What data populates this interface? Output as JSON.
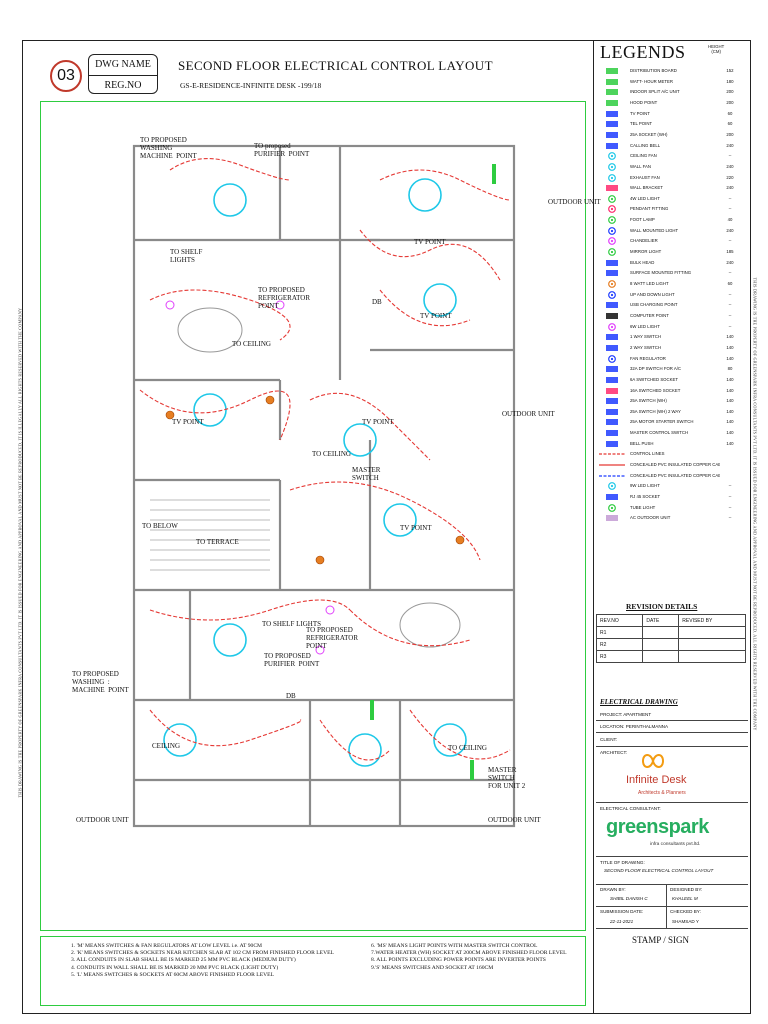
{
  "header": {
    "sheet_number": "03",
    "dwg_name_label": "DWG NAME",
    "reg_no_label": "REG.NO",
    "title": "SECOND FLOOR  ELECTRICAL CONTROL LAYOUT",
    "subtitle": "GS-E-RESIDENCE-INFINITE DESK -199/18"
  },
  "side_notes": {
    "left": "THIS DRAWING IS THE PROPERTY OF GREENSPARK INFRA CONSULTANTS PVT LTD. IT IS ISSUED FOR ENGINEERING AND APPROVAL AND MUST NOT BE REPRODUCED, IT IS ILLEGALLY ALL RIGHTS RESERVED WITH THE COMPANY",
    "right": "THIS DRAWING IS THE PROPERTY OF GREENSPARK INFRA CONSULTANTS PVT LTD. IT IS ISSUED FOR ENGINEERING AND APPROVAL AND MUST NOT BE REPRODUCED. ALL RIGHTS RESERVED WITH THE COMPANY"
  },
  "plan_labels": {
    "washing_top": "TO PROPOSED\nWASHING\nMACHINE  POINT",
    "purifier_top": "TO proposed\nPURIFIER  POINT",
    "outdoor_unit_1": "OUTDOOR UNIT",
    "shelf_lights_top": "TO SHELF\nLIGHTS",
    "tv_point_1": "TV POINT",
    "refrigerator_top": "TO PROPOSED\nREFRIGERATOR\nPOINT",
    "db_top": "DB",
    "to_ceiling_1": "TO CEILING",
    "tv_point_2": "TV POINT",
    "outdoor_unit_2": "OUTDOOR UNIT",
    "tv_point_3": "TV POINT",
    "tv_point_4": "TV POINT",
    "to_ceiling_2": "TO CEILING",
    "master_switch_1": "MASTER\nSWITCH",
    "tv_point_5": "TV POINT",
    "to_below": "TO BELOW",
    "to_terrace": "TO TERRACE",
    "shelf_lights_bottom": "TO SHELF LIGHTS",
    "refrigerator_bottom": "TO PROPOSED\nREFRIGERATOR\nPOINT",
    "purifier_bottom": "TO PROPOSED\nPURIFIER  POINT",
    "washing_bottom": "TO PROPOSED\nWASHING  :\nMACHINE  POINT",
    "db_bottom": "DB",
    "ceiling_bottom_left": "CEILING",
    "to_ceiling_bottom_right": "TO CEILING",
    "master_switch_2": "MASTER\nSWITCH\nFOR UNIT 2",
    "outdoor_unit_3": "OUTDOOR UNIT",
    "outdoor_unit_4": "OUTDOOR UNIT"
  },
  "notes": {
    "col1": [
      "1. 'M' MEANS SWITCHES & FAN REGULATORS AT LOW LEVEL i.e. AT 90CM",
      "2. 'K' MEANS SWITCHES & SOCKETS NEAR KITCHEN SLAB AT 102 CM FROM FINISHED FLOOR LEVEL",
      "3. ALL CONDUITS IN SLAB SHALL BE IS MARKED 25 MM PVC BLACK (MEDIUM DUTY)",
      "4. CONDUITS IN WALL SHALL BE IS MARKED 20 MM PVC BLACK (LIGHT DUTY)",
      "5. 'L' MEANS SWITCHES & SOCKETS AT 60CM ABOVE FINISHED FLOOR LEVEL"
    ],
    "col2": [
      "6. 'MS' MEANS LIGHT POINTS WITH MASTER SWITCH CONTROL",
      "7.WATER HEATER (WH) SOCKET AT 200CM ABOVE FINISHED FLOOR LEVEL",
      "8. ALL POINTS EXCLUDING  POWER POINTS ARE INVERTER POINTS",
      "9.'S' MEANS  SWITCHES AND SOCKET AT 160CM"
    ]
  },
  "legends": {
    "title": "LEGENDS",
    "height_header": "HEIGHT\n(CM)",
    "items": [
      {
        "label": "DISTRIBUTION BOARD",
        "height": "152",
        "icon": "db-icon",
        "color": "#2ecc40"
      },
      {
        "label": "WATT- HOUR METER",
        "height": "180",
        "icon": "meter-icon",
        "color": "#2ecc40"
      },
      {
        "label": "INDOOR SPLIT A/C UNIT",
        "height": "200",
        "icon": "ac-indoor-icon",
        "color": "#2ecc40"
      },
      {
        "label": "HOOD POINT",
        "height": "200",
        "icon": "hood-icon",
        "color": "#2ecc40"
      },
      {
        "label": "TV POINT",
        "height": "60",
        "icon": "tv-icon",
        "color": "#1e3cff"
      },
      {
        "label": "TEL POINT",
        "height": "60",
        "icon": "tel-icon",
        "color": "#1e3cff"
      },
      {
        "label": "25A SOCKET (WH)",
        "height": "200",
        "icon": "socket-wh-icon",
        "color": "#1e3cff"
      },
      {
        "label": "CALLING BELL",
        "height": "240",
        "icon": "bell-icon",
        "color": "#1e3cff"
      },
      {
        "label": "CEILING FAN",
        "height": "--",
        "icon": "ceiling-fan-icon",
        "color": "#1ec8e8"
      },
      {
        "label": "WALL FAN",
        "height": "240",
        "icon": "wall-fan-icon",
        "color": "#1ec8e8"
      },
      {
        "label": "EXHAUST FAN",
        "height": "220",
        "icon": "exhaust-fan-icon",
        "color": "#1ec8e8"
      },
      {
        "label": "WALL BRACKET",
        "height": "240",
        "icon": "wall-bracket-icon",
        "color": "#ff2a6d"
      },
      {
        "label": "4W LED LIGHT",
        "height": "--",
        "icon": "led-4w-icon",
        "color": "#2ecc40"
      },
      {
        "label": "PENDANT FITTING",
        "height": "--",
        "icon": "pendant-icon",
        "color": "#ff2a6d"
      },
      {
        "label": "FOOT LAMP",
        "height": "40",
        "icon": "foot-lamp-icon",
        "color": "#2ecc40"
      },
      {
        "label": "WALL MOUNTED LIGHT",
        "height": "240",
        "icon": "wall-light-icon",
        "color": "#1e3cff"
      },
      {
        "label": "CHANDELIER",
        "height": "--",
        "icon": "chandelier-icon",
        "color": "#e040fb"
      },
      {
        "label": "MIRROR LIGHT",
        "height": "185",
        "icon": "mirror-light-icon",
        "color": "#2ecc40"
      },
      {
        "label": "BULK HEAD",
        "height": "240",
        "icon": "bulk-head-icon",
        "color": "#1e3cff"
      },
      {
        "label": "SURFACE MOUNTED FITTING",
        "height": "--",
        "icon": "surface-fitting-icon",
        "color": "#1e3cff"
      },
      {
        "label": "8 WATT LED LIGHT",
        "height": "60",
        "icon": "led-8w-icon",
        "color": "#e67e22"
      },
      {
        "label": "UP AND DOWN LIGHT",
        "height": "--",
        "icon": "up-down-light-icon",
        "color": "#1e3cff"
      },
      {
        "label": "USB CHARGING POINT",
        "height": "--",
        "icon": "usb-icon",
        "color": "#1e3cff"
      },
      {
        "label": "COMPUTER POINT",
        "height": "--",
        "icon": "computer-point-icon",
        "color": "#111111"
      },
      {
        "label": "6W LED LIGHT",
        "height": "--",
        "icon": "led-6w-icon",
        "color": "#e040fb"
      },
      {
        "label": "1 WAY SWITCH",
        "height": "140",
        "icon": "one-way-switch-icon",
        "color": "#1e3cff"
      },
      {
        "label": "2 WAY SWITCH",
        "height": "140",
        "icon": "two-way-switch-icon",
        "color": "#1e3cff"
      },
      {
        "label": "FAN REGULATOR",
        "height": "140",
        "icon": "fan-regulator-icon",
        "color": "#1e3cff"
      },
      {
        "label": "32A DP SWITCH FOR A/C",
        "height": "80",
        "icon": "dp-switch-icon",
        "color": "#1e3cff"
      },
      {
        "label": "6A SWITCHED SOCKET",
        "height": "140",
        "icon": "socket-6a-icon",
        "color": "#1e3cff"
      },
      {
        "label": "16A SWITCHED SOCKET",
        "height": "140",
        "icon": "socket-16a-icon",
        "color": "#ff2a6d"
      },
      {
        "label": "25A SWITCH (WH)",
        "height": "140",
        "icon": "switch-25a-icon",
        "color": "#1e3cff"
      },
      {
        "label": "25A SWITCH (WH) 2 WAY",
        "height": "140",
        "icon": "switch-25a-2way-icon",
        "color": "#1e3cff"
      },
      {
        "label": "25A MOTOR STARTER SWITCH",
        "height": "140",
        "icon": "motor-starter-icon",
        "color": "#1e3cff"
      },
      {
        "label": "MASTER CONTROL SWITCH",
        "height": "140",
        "icon": "master-switch-icon",
        "color": "#1e3cff"
      },
      {
        "label": "BELL PUSH",
        "height": "140",
        "icon": "bell-push-icon",
        "color": "#1e3cff"
      },
      {
        "label": "CONTROL LINES",
        "height": "",
        "icon": "control-line-icon",
        "color": "#e53935"
      },
      {
        "label": "CONCEALED PVC INSULATED COPPER CABLES",
        "height": "",
        "icon": "cable-line-icon",
        "color": "#e53935"
      },
      {
        "label": "CONCEALED PVC INSULATED COPPER CABLES",
        "height": "",
        "icon": "cable-line-icon",
        "color": "#1e3cff"
      },
      {
        "label": "9W LED LIGHT",
        "height": "--",
        "icon": "led-9w-icon",
        "color": "#1ec8e8"
      },
      {
        "label": "RJ 45 SOCKET",
        "height": "--",
        "icon": "rj45-icon",
        "color": "#1e3cff"
      },
      {
        "label": "TUBE LIGHT",
        "height": "--",
        "icon": "tube-light-icon",
        "color": "#2ecc40"
      },
      {
        "label": "AC OUTDOOR UNIT",
        "height": "--",
        "icon": "ac-outdoor-icon",
        "color": "#c39bd3"
      }
    ]
  },
  "revision": {
    "title": "REVISION DETAILS",
    "headers": [
      "REV.NO",
      "DATE",
      "REVISED BY"
    ],
    "rows": [
      [
        "R1",
        "",
        ""
      ],
      [
        "R2",
        "",
        ""
      ],
      [
        "R3",
        "",
        ""
      ]
    ]
  },
  "title_block": {
    "section": "ELECTRICAL DRAWING",
    "project": "PROJECT:  APARTMENT",
    "location": "LOCATION:  PERINTHALMANNA",
    "client": "CLIENT:",
    "architect": "ARCHITECT:",
    "architect_name": "Infinite Desk",
    "architect_tag": "Architects & Planners",
    "consultant": "ELECTRICAL CONSULTANT:",
    "consultant_name": "greenspark",
    "consultant_tag": "infra consultants pvt.ltd.",
    "title_of_drawing_label": "TITLE OF DRAWING:",
    "title_of_drawing": "SECOND FLOOR ELECTRICAL CONTROL LAYOUT",
    "drawn_by_label": "DRAWN BY:",
    "drawn_by": "SHIBIL DANISH C",
    "designed_by_label": "DESIGNED BY:",
    "designed_by": "KHALEEL M",
    "submission_label": "SUBMISSION DATE:",
    "submission_date": "22-11-2021",
    "checked_by_label": "CHECKED BY:",
    "checked_by": "SHAMSAD Y",
    "stamp": "STAMP / SIGN"
  },
  "colors": {
    "wall": "#8a8a8a",
    "frame_green": "#2ecc40",
    "wire_red": "#e53935",
    "fan_cyan": "#1ec8e8",
    "switch_blue": "#1e3cff",
    "socket_magenta": "#e040fb",
    "light_orange": "#e67e22",
    "brand_orange": "#f39c12",
    "greenspark_green": "#27ae60"
  }
}
